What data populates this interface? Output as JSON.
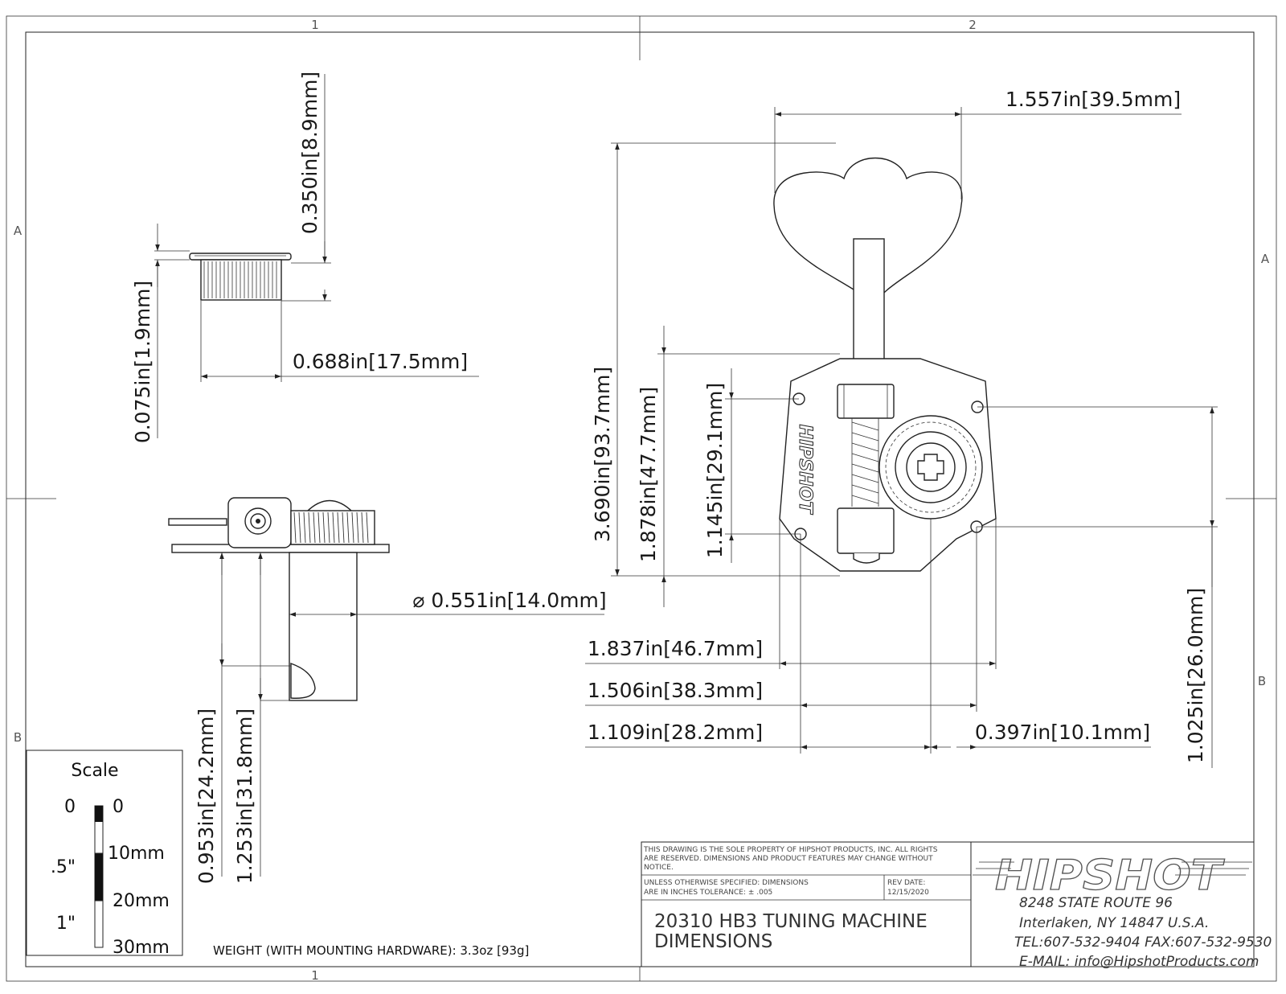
{
  "zones": {
    "top_1": "1",
    "top_2": "2",
    "bottom_1": "1",
    "left_a": "A",
    "left_b": "B",
    "right_a": "A",
    "right_b": "B"
  },
  "dimensions": {
    "overall_width": "1.557in[39.5mm]",
    "top_view_height": "0.350in[8.9mm]",
    "flange_thickness": "0.075in[1.9mm]",
    "bushing_diameter": "0.688in[17.5mm]",
    "post_diameter": "⌀ 0.551in[14.0mm]",
    "overall_height": "3.690in[93.7mm]",
    "post_to_base": "1.878in[47.7mm]",
    "hole_offset": "1.145in[29.1mm]",
    "plate_width": "1.837in[46.7mm]",
    "hole_spacing_x": "1.506in[38.3mm]",
    "post_to_hole": "1.109in[28.2mm]",
    "gear_offset": "0.397in[10.1mm]",
    "hole_spacing_y": "1.025in[26.0mm]",
    "post_depth_1": "0.953in[24.2mm]",
    "post_depth_2": "1.253in[31.8mm]"
  },
  "part_marking": "HIPSHOT",
  "scale": {
    "title": "Scale",
    "inch_labels": [
      "0",
      ".5\"",
      "1\""
    ],
    "mm_labels": [
      "0",
      "10mm",
      "20mm",
      "30mm"
    ]
  },
  "weight": "WEIGHT (WITH MOUNTING HARDWARE): 3.3oz [93g]",
  "title_block": {
    "notice_1": "THIS DRAWING IS THE SOLE PROPERTY OF HIPSHOT PRODUCTS, INC. ALL RIGHTS",
    "notice_2": "ARE RESERVED. DIMENSIONS AND PRODUCT FEATURES MAY CHANGE WITHOUT",
    "notice_3": "NOTICE.",
    "tolerance_1": "UNLESS OTHERWISE SPECIFIED: DIMENSIONS",
    "tolerance_2": "ARE IN INCHES TOLERANCE: ± .005",
    "rev_label": "REV DATE:",
    "rev_date": "12/15/2020",
    "title_1": "20310 HB3 TUNING MACHINE",
    "title_2": "DIMENSIONS"
  },
  "company": {
    "logo": "HIPSHOT",
    "address_1": "8248 STATE ROUTE 96",
    "address_2": "Interlaken, NY 14847 U.S.A.",
    "phone_fax": "TEL:607-532-9404 FAX:607-532-9530",
    "email": "E-MAIL: info@HipshotProducts.com"
  }
}
